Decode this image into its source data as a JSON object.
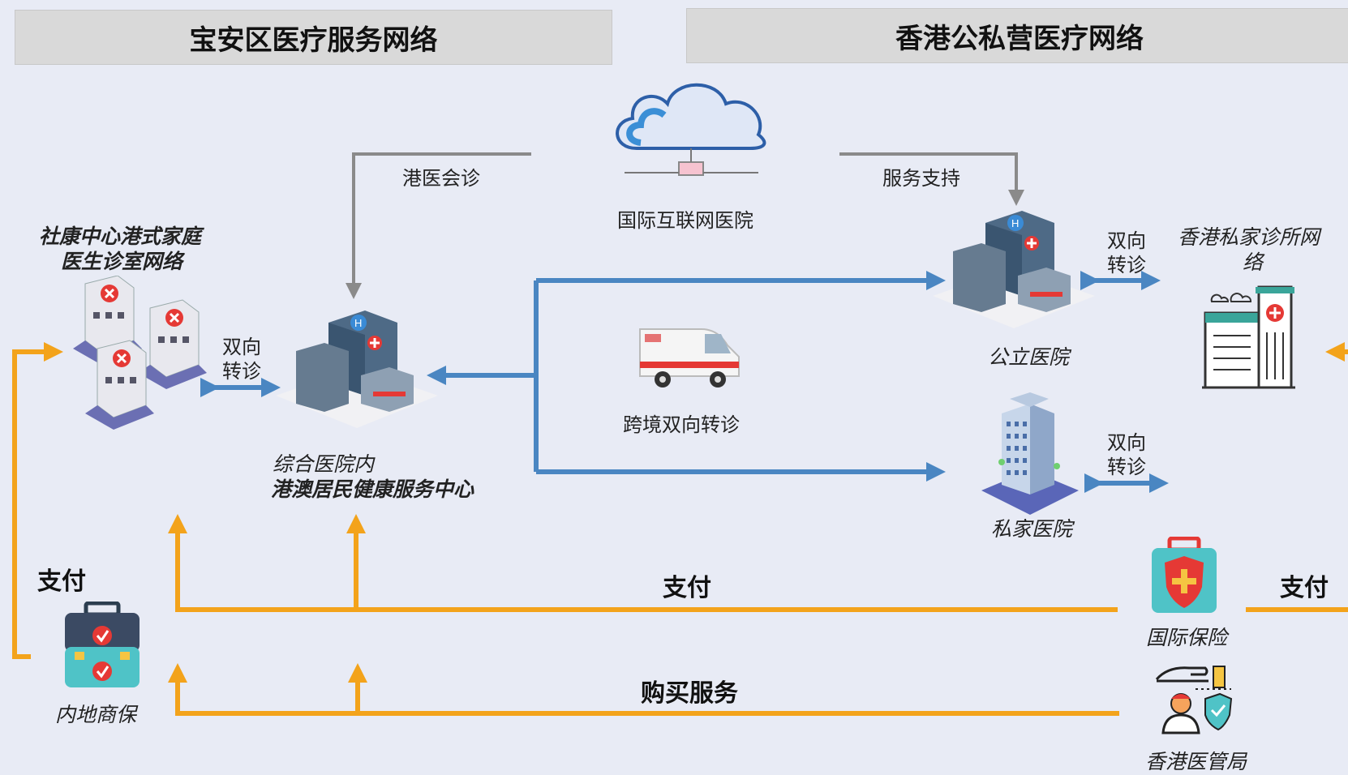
{
  "headers": {
    "left": "宝安区医疗服务网络",
    "right": "香港公私营医疗网络"
  },
  "nodes": {
    "internet_hospital": "国际互联网医院",
    "community_network_line1": "社康中心港式家庭",
    "community_network_line2": "医生诊室网络",
    "general_hospital_line1": "综合医院内",
    "general_hospital_line2": "港澳居民健康服务中心",
    "public_hospital": "公立医院",
    "private_hospital": "私家医院",
    "hk_private_clinic_line1": "香港私家诊所网",
    "hk_private_clinic_line2": "络",
    "ambulance": "跨境双向转诊",
    "mainland_insurance": "内地商保",
    "intl_insurance": "国际保险",
    "hk_ha": "香港医管局"
  },
  "edges": {
    "hk_consult": "港医会诊",
    "service_support": "服务支持",
    "referral_left_1": "双向",
    "referral_left_2": "转诊",
    "referral_pub_1": "双向",
    "referral_pub_2": "转诊",
    "referral_priv_1": "双向",
    "referral_priv_2": "转诊",
    "pay_left": "支付",
    "pay_mid": "支付",
    "pay_right": "支付",
    "buy_service": "购买服务"
  },
  "colors": {
    "blue_arrow": "#4a86c2",
    "orange_arrow": "#f3a31b",
    "gray_line": "#8a8a8a",
    "header_bg": "#d9d9d9"
  }
}
